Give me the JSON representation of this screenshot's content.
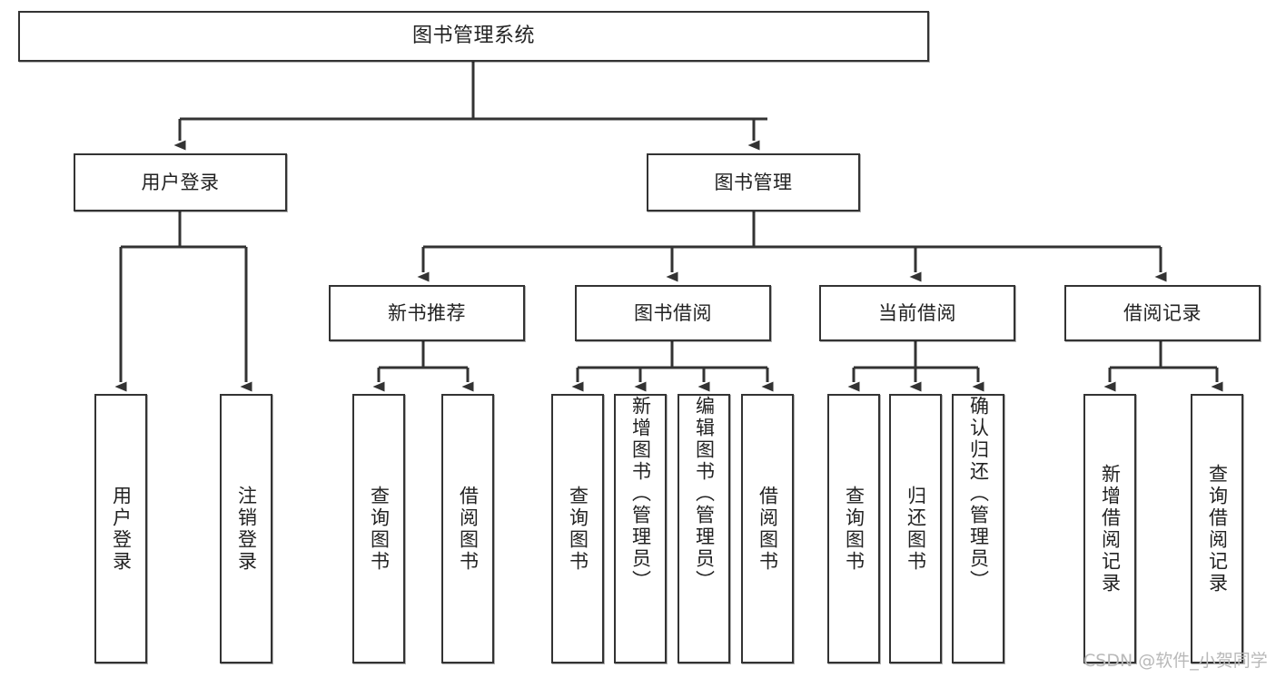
{
  "diagram": {
    "type": "tree",
    "title": "图书管理系统",
    "watermark": "CSDN @软件_小贺同学",
    "colors": {
      "box_border": "#333333",
      "box_fill": "#ffffff",
      "connector": "#333333",
      "text": "#222222",
      "watermark": "#b9b9b9"
    },
    "nodes": {
      "root": {
        "label": "图书管理系统",
        "level": 1
      },
      "user_login": {
        "label": "用户登录",
        "level": 2
      },
      "book_manage": {
        "label": "图书管理",
        "level": 2
      },
      "new_book_rec": {
        "label": "新书推荐",
        "level": 3
      },
      "book_borrow": {
        "label": "图书借阅",
        "level": 3
      },
      "current_borrow": {
        "label": "当前借阅",
        "level": 3
      },
      "borrow_record": {
        "label": "借阅记录",
        "level": 3
      },
      "leaf_user_login": {
        "label": "用户登录",
        "level": 4
      },
      "leaf_logout": {
        "label": "注销登录",
        "level": 4
      },
      "leaf_query_book_1": {
        "label": "查询图书",
        "level": 4
      },
      "leaf_borrow_book_1": {
        "label": "借阅图书",
        "level": 4
      },
      "leaf_query_book_2": {
        "label": "查询图书",
        "level": 4
      },
      "leaf_add_book": {
        "label": "新增图书（管理员）",
        "level": 4
      },
      "leaf_edit_book": {
        "label": "编辑图书（管理员）",
        "level": 4
      },
      "leaf_borrow_book_2": {
        "label": "借阅图书",
        "level": 4
      },
      "leaf_query_book_3": {
        "label": "查询图书",
        "level": 4
      },
      "leaf_return_book": {
        "label": "归还图书",
        "level": 4
      },
      "leaf_confirm_return": {
        "label": "确认归还（管理员）",
        "level": 4
      },
      "leaf_add_record": {
        "label": "新增借阅记录",
        "level": 4
      },
      "leaf_query_record": {
        "label": "查询借阅记录",
        "level": 4
      }
    },
    "edges": [
      {
        "from": "root",
        "to": "user_login"
      },
      {
        "from": "root",
        "to": "book_manage"
      },
      {
        "from": "user_login",
        "to": "leaf_user_login"
      },
      {
        "from": "user_login",
        "to": "leaf_logout"
      },
      {
        "from": "book_manage",
        "to": "new_book_rec"
      },
      {
        "from": "book_manage",
        "to": "book_borrow"
      },
      {
        "from": "book_manage",
        "to": "current_borrow"
      },
      {
        "from": "book_manage",
        "to": "borrow_record"
      },
      {
        "from": "new_book_rec",
        "to": "leaf_query_book_1"
      },
      {
        "from": "new_book_rec",
        "to": "leaf_borrow_book_1"
      },
      {
        "from": "book_borrow",
        "to": "leaf_query_book_2"
      },
      {
        "from": "book_borrow",
        "to": "leaf_add_book"
      },
      {
        "from": "book_borrow",
        "to": "leaf_edit_book"
      },
      {
        "from": "book_borrow",
        "to": "leaf_borrow_book_2"
      },
      {
        "from": "current_borrow",
        "to": "leaf_query_book_3"
      },
      {
        "from": "current_borrow",
        "to": "leaf_return_book"
      },
      {
        "from": "current_borrow",
        "to": "leaf_confirm_return"
      },
      {
        "from": "borrow_record",
        "to": "leaf_add_record"
      },
      {
        "from": "borrow_record",
        "to": "leaf_query_record"
      }
    ]
  }
}
